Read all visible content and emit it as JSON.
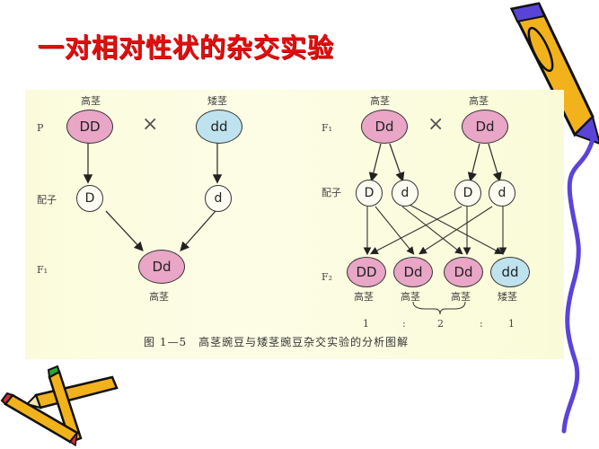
{
  "slide": {
    "title": "一对相对性状的杂交实验",
    "title_color": "#e01010",
    "panel_color": "#fbfbdc"
  },
  "left_cross": {
    "row_labels": {
      "p": "P",
      "gamete": "配子",
      "f1": "F₁"
    },
    "parents": [
      {
        "genotype": "DD",
        "phenotype": "高茎",
        "color": "#e9a6c6"
      },
      {
        "genotype": "dd",
        "phenotype": "矮茎",
        "color": "#bfe3ee"
      }
    ],
    "cross_symbol": "×",
    "gametes": [
      "D",
      "d"
    ],
    "offspring": {
      "genotype": "Dd",
      "phenotype": "高茎",
      "color": "#e9a6c6"
    }
  },
  "right_cross": {
    "row_labels": {
      "f1": "F₁",
      "gamete": "配子",
      "f2": "F₂"
    },
    "parents": [
      {
        "genotype": "Dd",
        "phenotype": "高茎",
        "color": "#e9a6c6"
      },
      {
        "genotype": "Dd",
        "phenotype": "高茎",
        "color": "#e9a6c6"
      }
    ],
    "cross_symbol": "×",
    "gametes": [
      "D",
      "d",
      "D",
      "d"
    ],
    "offspring": [
      {
        "genotype": "DD",
        "phenotype": "高茎",
        "color": "#e9a6c6"
      },
      {
        "genotype": "Dd",
        "phenotype": "高茎",
        "color": "#e9a6c6"
      },
      {
        "genotype": "Dd",
        "phenotype": "高茎",
        "color": "#e9a6c6"
      },
      {
        "genotype": "dd",
        "phenotype": "矮茎",
        "color": "#bfe3ee"
      }
    ],
    "ratio": [
      "1",
      ":",
      "2",
      ":",
      "1"
    ]
  },
  "caption": "图 1—5　高茎豌豆与矮茎豌豆杂交实验的分析图解",
  "decorations": {
    "pencil_color": "#f2b21c",
    "squiggle_color": "#5a44d8",
    "pencil_tip_green": "#2aa83a",
    "pencil_tip_red": "#d82a3a"
  }
}
